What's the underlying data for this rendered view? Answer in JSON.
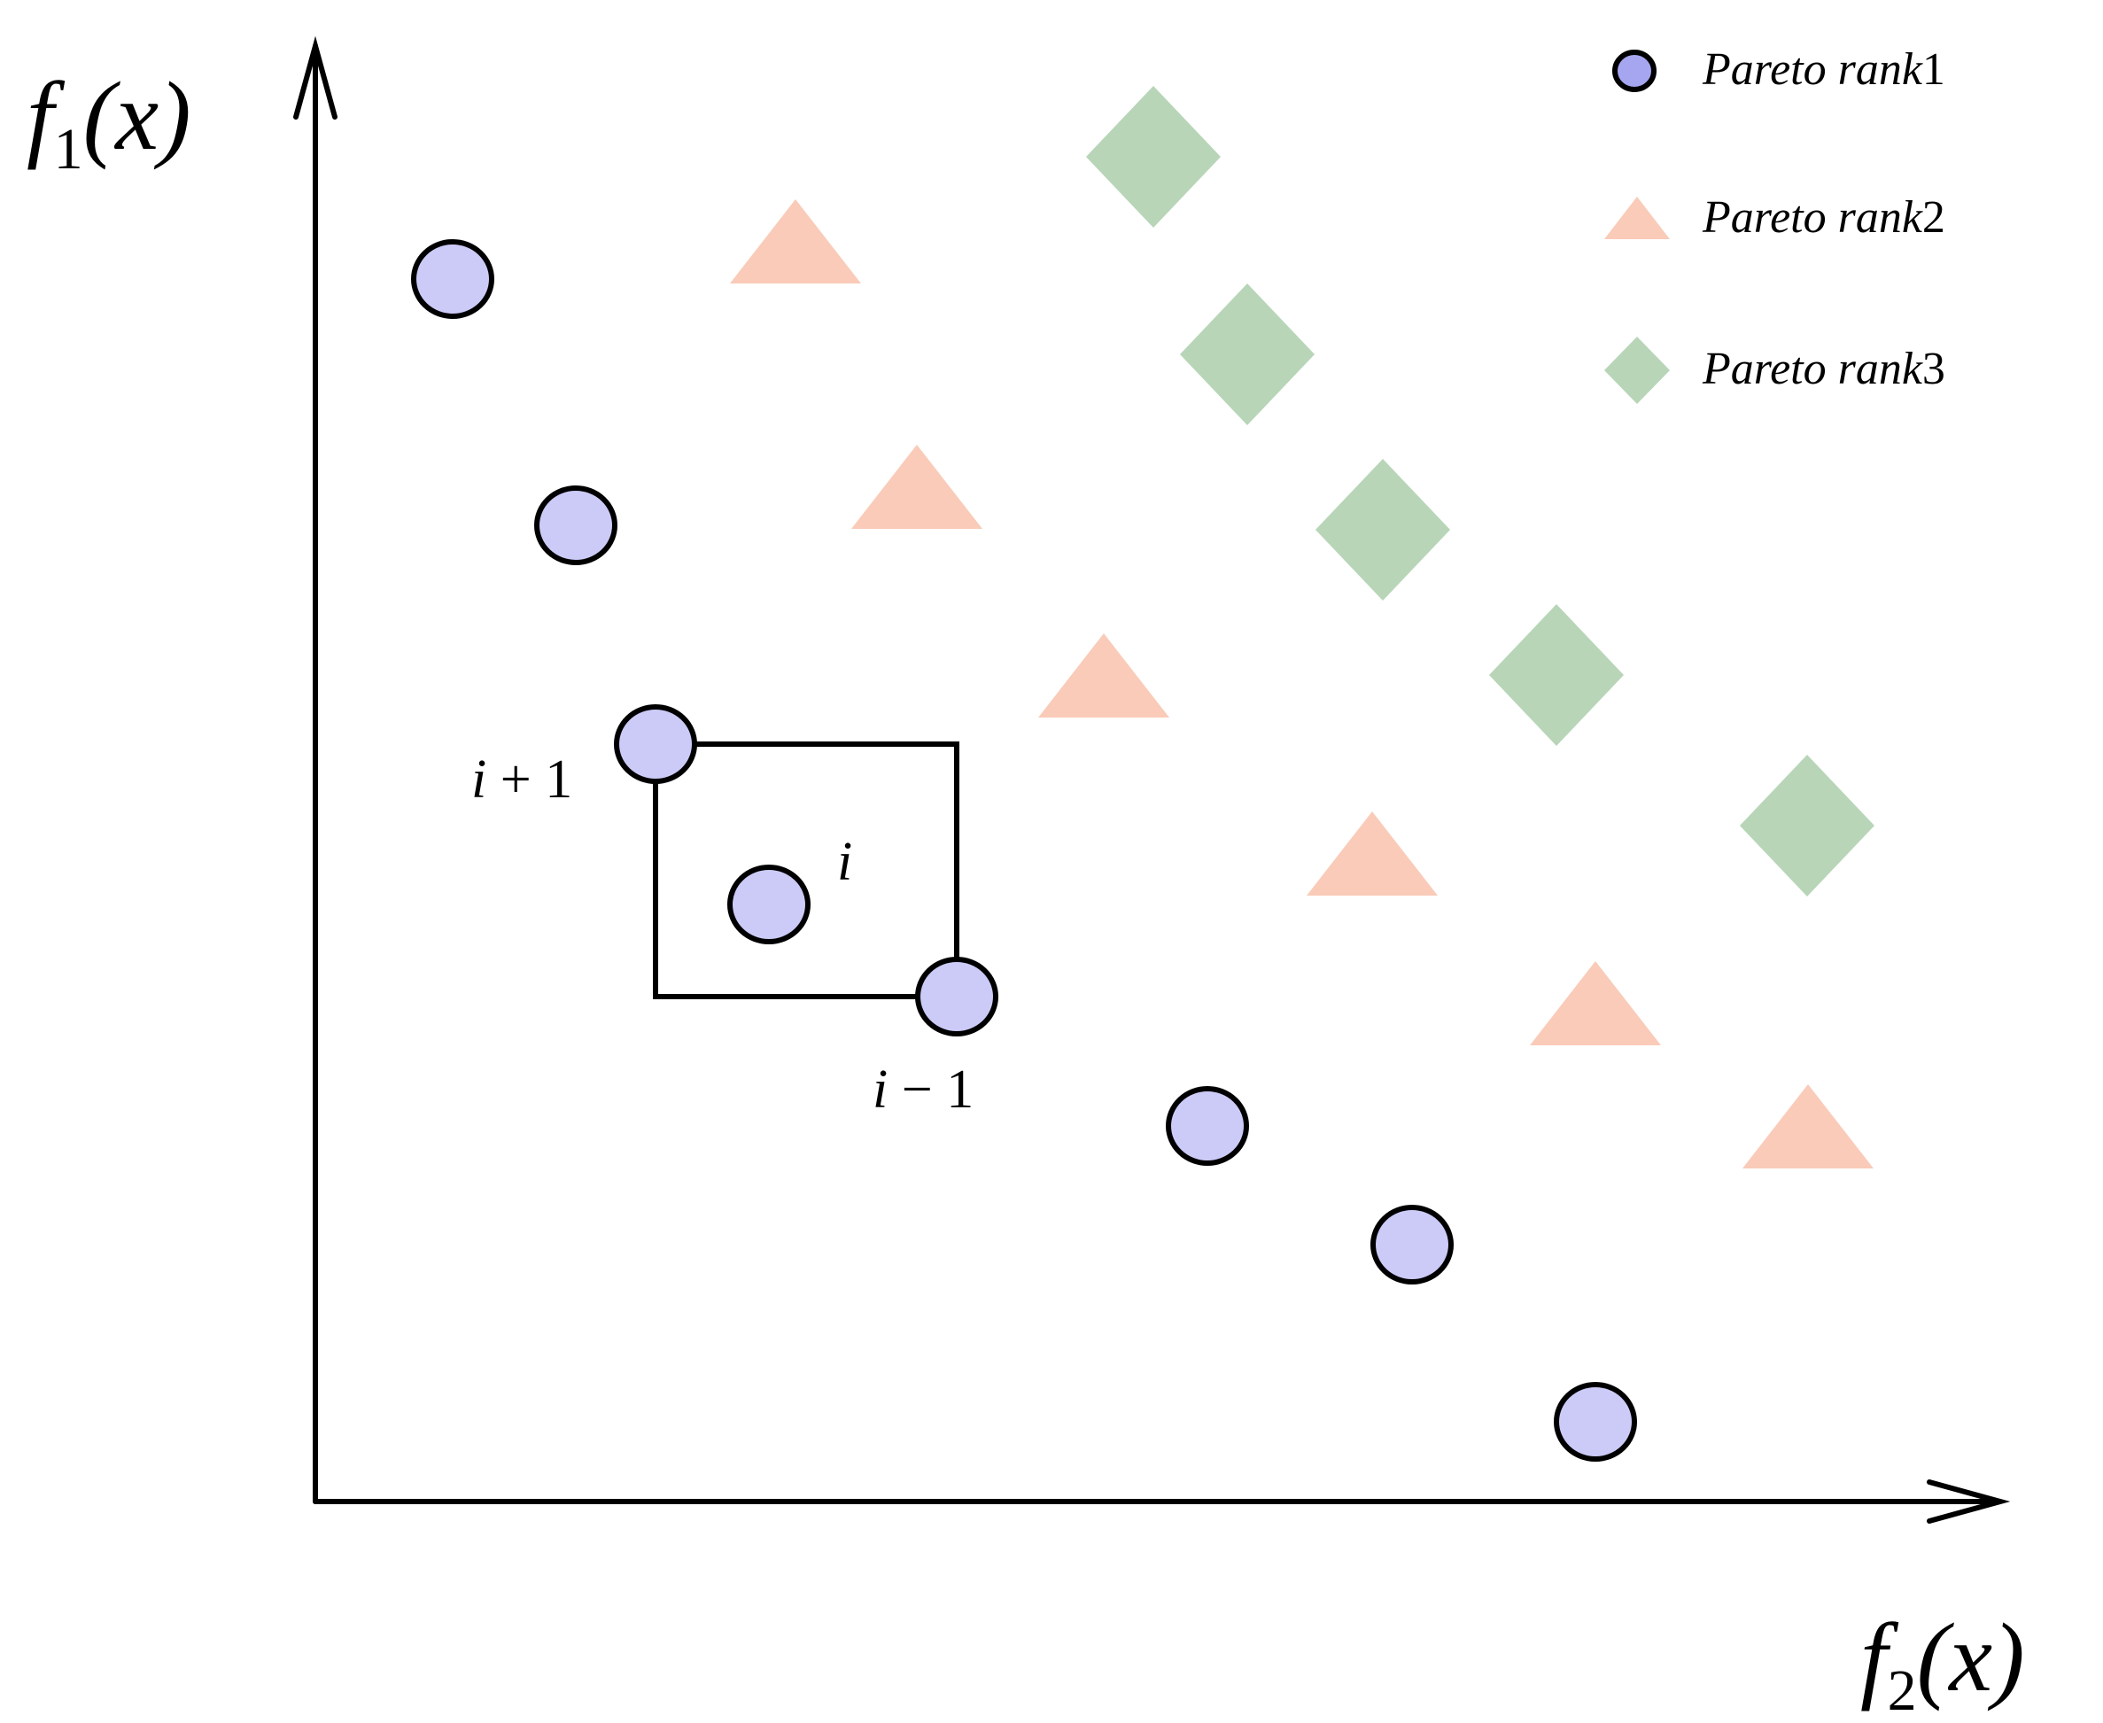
{
  "axes": {
    "y_label": {
      "func": "f",
      "sub": "1",
      "arg": "(x)"
    },
    "x_label": {
      "func": "f",
      "sub": "2",
      "arg": "(x)"
    }
  },
  "legend": [
    {
      "shape": "circle",
      "text": "Pareto  rank",
      "num": "1",
      "color": "#a6a6f0"
    },
    {
      "shape": "triangle",
      "text": "Pareto  rank",
      "num": "2",
      "color": "#f9cbb8"
    },
    {
      "shape": "diamond",
      "text": "Pareto  rank",
      "num": "3",
      "color": "#b8d5b8"
    }
  ],
  "colors": {
    "rank1_fill": "#cccbf8",
    "rank1_stroke": "#000000",
    "rank2_fill": "#f9cbb8",
    "rank3_fill": "#b8d5b8",
    "axis": "#000000"
  },
  "labels": {
    "i_plus_1": {
      "var": "i",
      "op": " + 1"
    },
    "i": {
      "var": "i"
    },
    "i_minus_1": {
      "var": "i",
      "op": " − 1"
    }
  }
}
